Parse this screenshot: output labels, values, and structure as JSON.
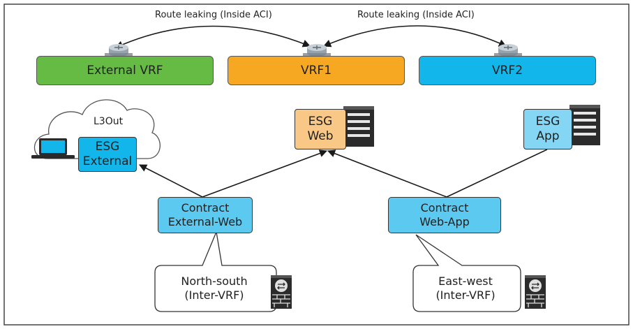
{
  "route_leaking": {
    "left_label": "Route leaking (Inside ACI)",
    "right_label": "Route leaking (Inside ACI)"
  },
  "vrfs": {
    "external": {
      "label": "External VRF",
      "color": "#66bb45"
    },
    "vrf1": {
      "label": "VRF1",
      "color": "#f7a823"
    },
    "vrf2": {
      "label": "VRF2",
      "color": "#13b6ea"
    }
  },
  "l3out": {
    "label": "L3Out"
  },
  "esgs": {
    "external": {
      "label": "ESG\nExternal",
      "color": "#13b6ea"
    },
    "web": {
      "label": "ESG\nWeb",
      "color": "#f9c887"
    },
    "app": {
      "label": "ESG\nApp",
      "color": "#85d6f4"
    }
  },
  "contracts": {
    "external_web": {
      "label": "Contract\nExternal-Web"
    },
    "web_app": {
      "label": "Contract\nWeb-App"
    }
  },
  "callouts": {
    "north_south": {
      "label": "North-south\n(Inter-VRF)"
    },
    "east_west": {
      "label": "East-west\n(Inter-VRF)"
    }
  },
  "icons": {
    "router": "router-icon",
    "server": "server-icon",
    "laptop": "laptop-icon",
    "firewall": "firewall-icon"
  }
}
